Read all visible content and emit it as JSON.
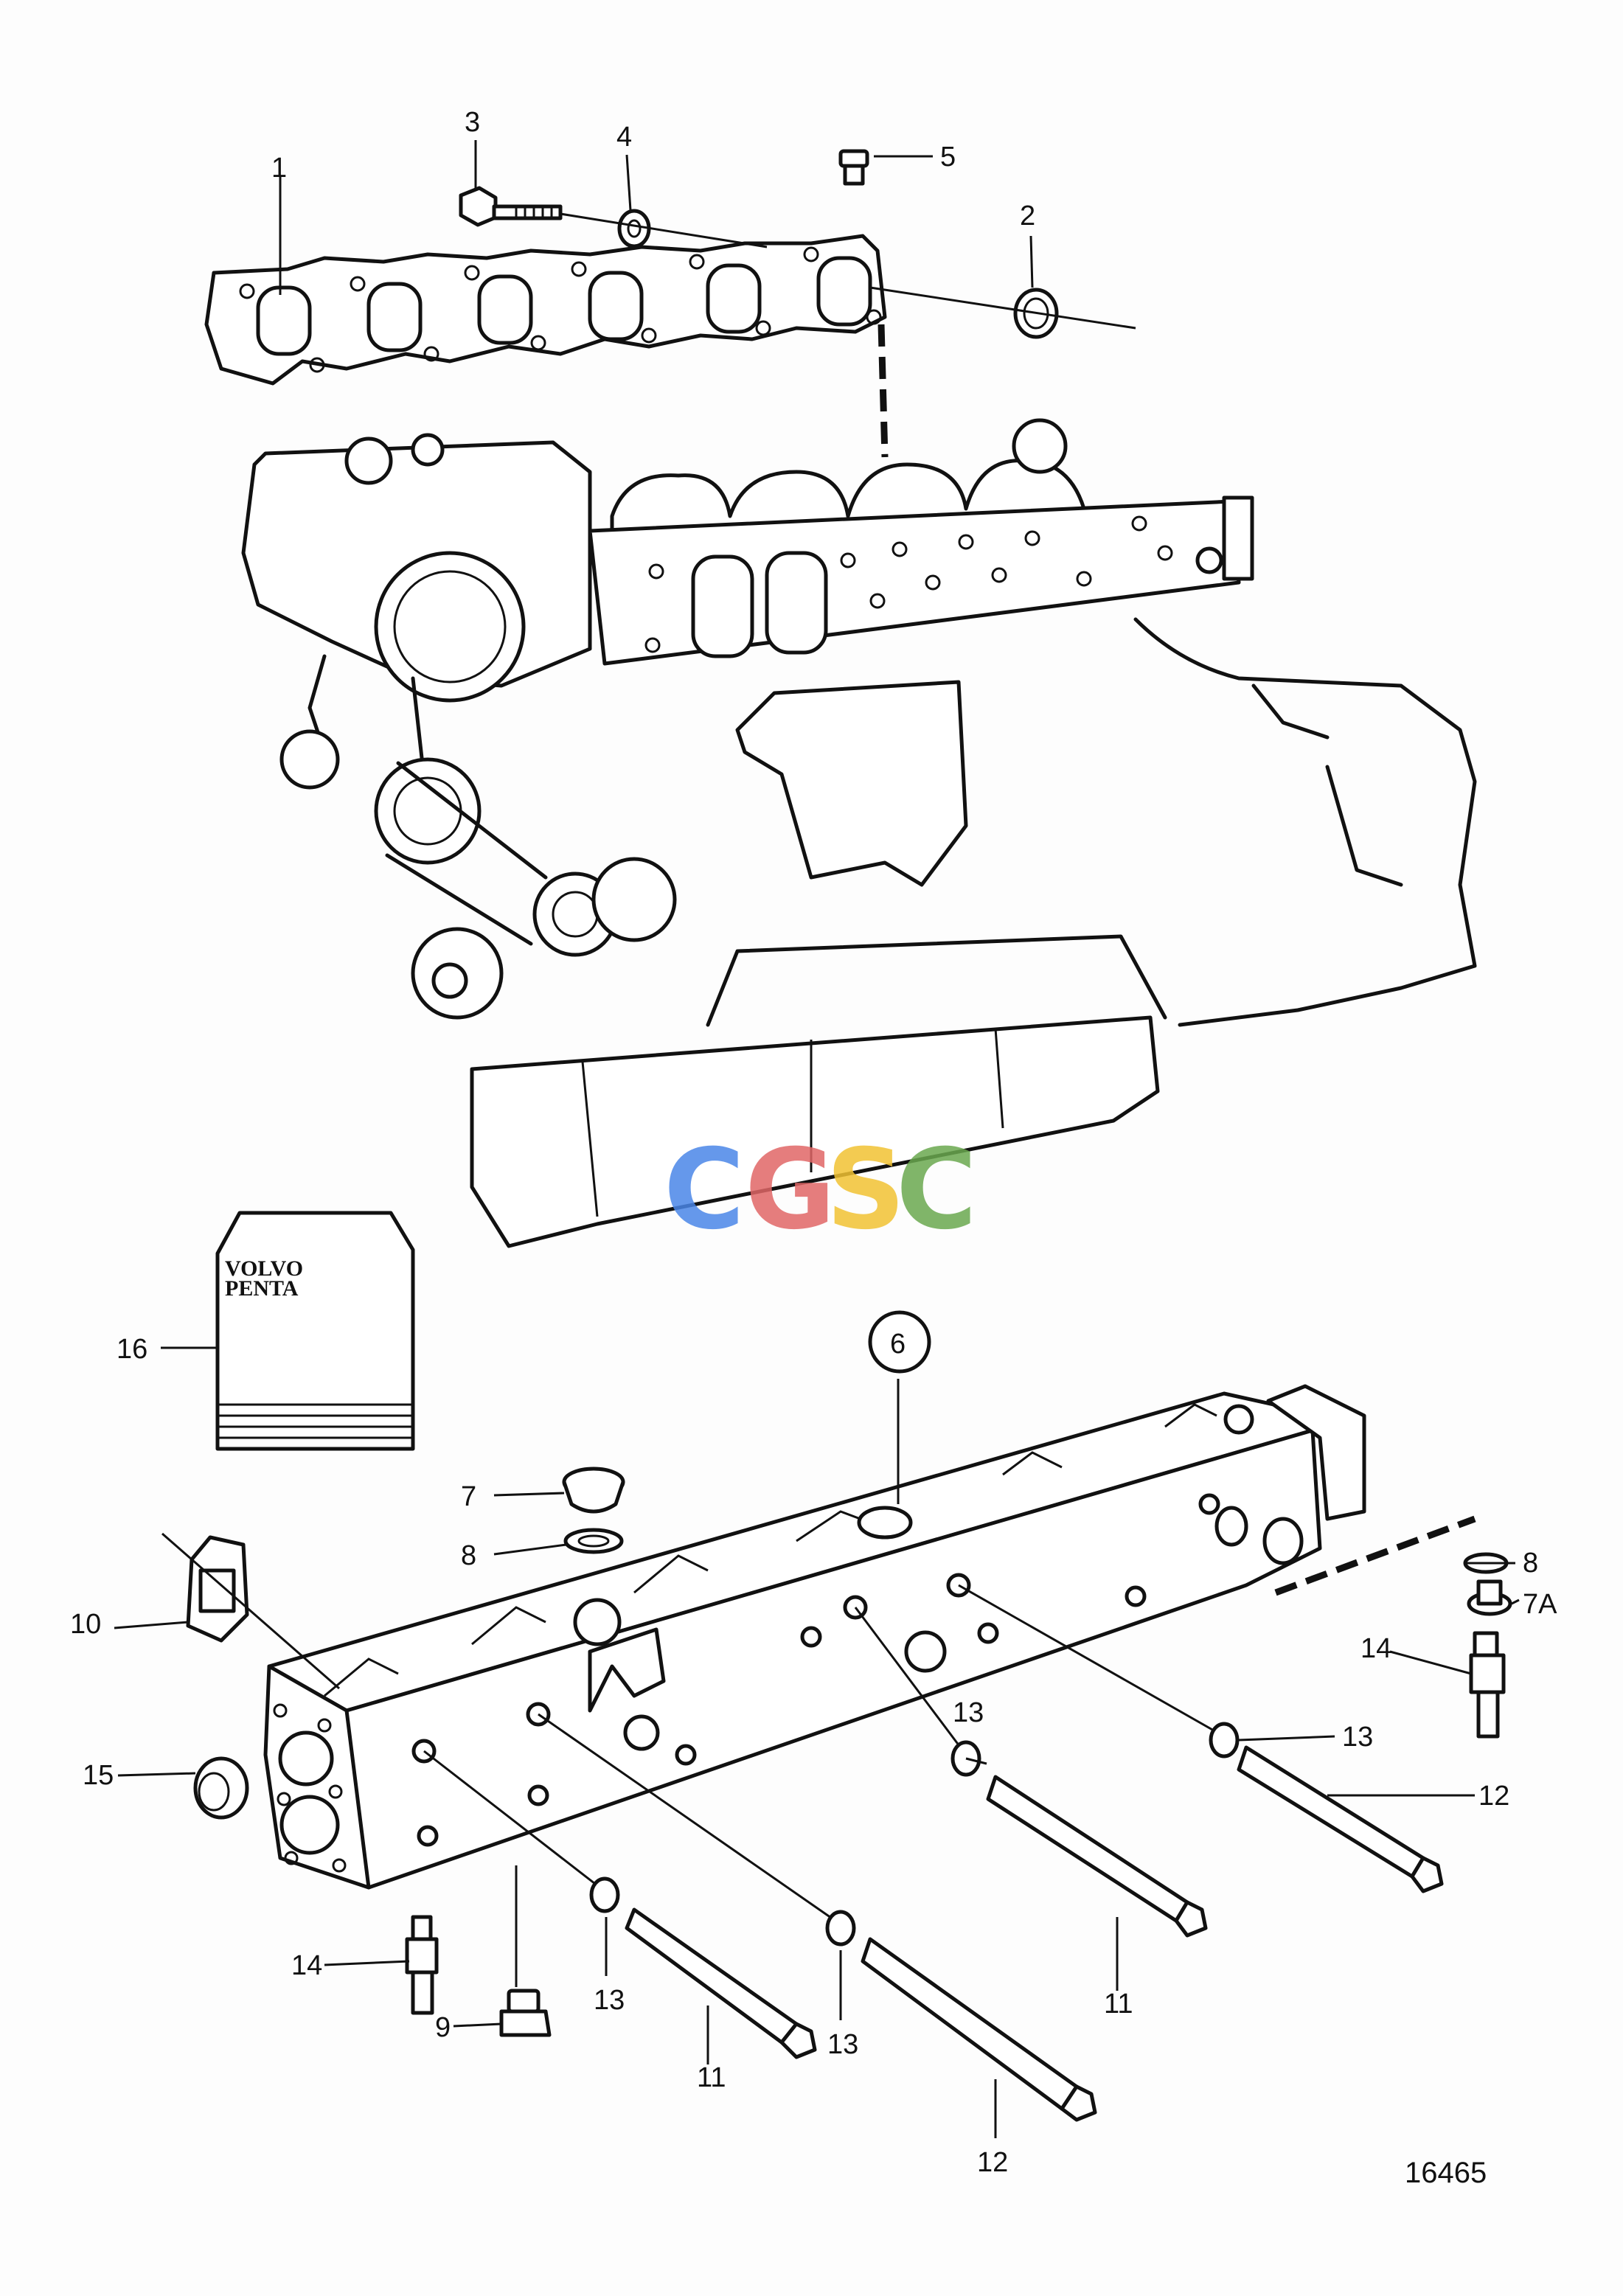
{
  "figure_number": "16465",
  "watermark": {
    "letters": [
      "C",
      "G",
      "S",
      "C"
    ],
    "colors": [
      "#4a86e8",
      "#e06666",
      "#f1c232",
      "#6aa84f"
    ]
  },
  "manual": {
    "brand_line1": "VOLVO",
    "brand_line2": "PENTA"
  },
  "callouts": [
    {
      "id": "1",
      "label": "1"
    },
    {
      "id": "2",
      "label": "2"
    },
    {
      "id": "3",
      "label": "3"
    },
    {
      "id": "4",
      "label": "4"
    },
    {
      "id": "5",
      "label": "5"
    },
    {
      "id": "6",
      "label": "6"
    },
    {
      "id": "7",
      "label": "7"
    },
    {
      "id": "7A",
      "label": "7A"
    },
    {
      "id": "8a",
      "label": "8"
    },
    {
      "id": "8b",
      "label": "8"
    },
    {
      "id": "9",
      "label": "9"
    },
    {
      "id": "10",
      "label": "10"
    },
    {
      "id": "11a",
      "label": "11"
    },
    {
      "id": "11b",
      "label": "11"
    },
    {
      "id": "12a",
      "label": "12"
    },
    {
      "id": "12b",
      "label": "12"
    },
    {
      "id": "13a",
      "label": "13"
    },
    {
      "id": "13b",
      "label": "13"
    },
    {
      "id": "13c",
      "label": "13"
    },
    {
      "id": "13d",
      "label": "13"
    },
    {
      "id": "14a",
      "label": "14"
    },
    {
      "id": "14b",
      "label": "14"
    },
    {
      "id": "15",
      "label": "15"
    },
    {
      "id": "16",
      "label": "16"
    }
  ]
}
